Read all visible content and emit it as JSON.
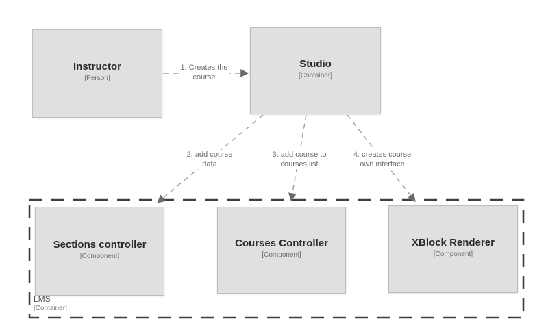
{
  "diagram": {
    "kind": "c4-container-diagram",
    "colors": {
      "background": "#ffffff",
      "node_fill": "#e0e0e0",
      "node_border": "#bdbdbd",
      "node_title": "#2b2b2b",
      "node_meta": "#6e6e6e",
      "relationship_line": "#9e9e9e",
      "arrowhead": "#6b6b6b",
      "boundary_border": "#3f3f3f",
      "edge_label": "#6e6e6e"
    },
    "nodes": [
      {
        "title": "Instructor",
        "meta": "[Person]"
      },
      {
        "title": "Studio",
        "meta": "[Container]"
      },
      {
        "title": "Sections controller",
        "meta": "[Component]"
      },
      {
        "title": "Courses Controller",
        "meta": "[Component]"
      },
      {
        "title": "XBlock Renderer",
        "meta": "[Component]"
      }
    ],
    "boundary": {
      "title": "LMS",
      "meta": "[Container]"
    },
    "relationships": [
      {
        "from": "Instructor",
        "to": "Studio",
        "label_line1": "1: Creates the",
        "label_line2": "course"
      },
      {
        "from": "Studio",
        "to": "Sections controller",
        "label_line1": "2: add course",
        "label_line2": "data"
      },
      {
        "from": "Studio",
        "to": "Courses Controller",
        "label_line1": "3: add course to",
        "label_line2": "courses list"
      },
      {
        "from": "Studio",
        "to": "XBlock Renderer",
        "label_line1": "4: creates course",
        "label_line2": "own interface"
      }
    ]
  }
}
